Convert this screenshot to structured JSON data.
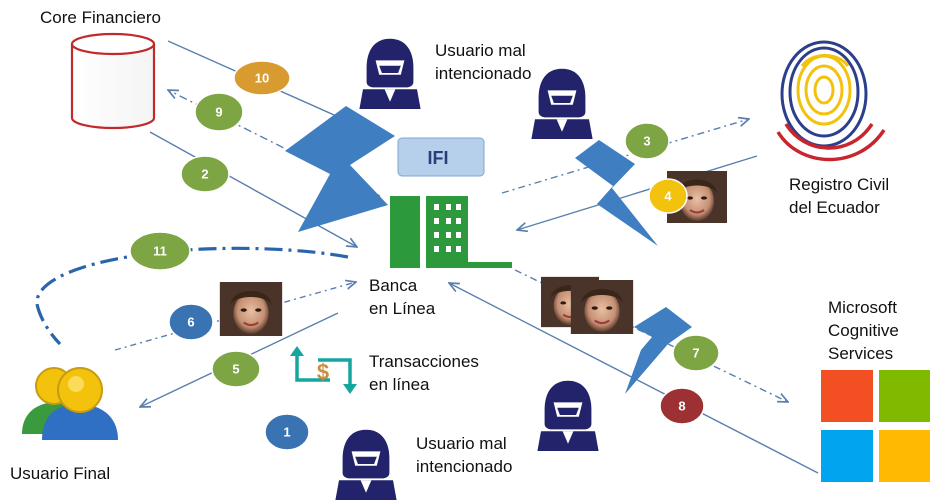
{
  "labels": {
    "core": "Core Financiero",
    "malicious_top_1": "Usuario mal",
    "malicious_top_2": "intencionado",
    "registro_1": "Registro Civil",
    "registro_2": "del Ecuador",
    "banca_1": "Banca",
    "banca_2": "en Línea",
    "transacciones_1": "Transacciones",
    "transacciones_2": "en línea",
    "microsoft_1": "Microsoft",
    "microsoft_2": "Cognitive",
    "microsoft_3": "Services",
    "malicious_bottom_1": "Usuario mal",
    "malicious_bottom_2": "intencionado",
    "usuario_final": "Usuario Final",
    "ifi": "IFI"
  },
  "steps": [
    "1",
    "2",
    "3",
    "4",
    "5",
    "6",
    "7",
    "8",
    "9",
    "10",
    "11"
  ],
  "colors": {
    "olive_green": "#7ea543",
    "blue": "#3a73b2",
    "gold": "#d79b30",
    "dark_red": "#9c3033",
    "yellow": "#f2c20c",
    "hacker_navy": "#22236b",
    "lightning_blue": "#3f7fc1",
    "bank_green": "#2c9a3c",
    "ms_red": "#f25022",
    "ms_green": "#7fba00",
    "ms_blue": "#00a4ef",
    "ms_yellow": "#ffb900",
    "line_blue": "#5a7fae"
  },
  "icons": [
    "database-icon",
    "hacker-icon",
    "lightning-icon",
    "bank-building-icon",
    "fingerprint-flag-icon",
    "face-photo-icon",
    "money-transfer-icon",
    "users-icon",
    "microsoft-logo-icon"
  ]
}
